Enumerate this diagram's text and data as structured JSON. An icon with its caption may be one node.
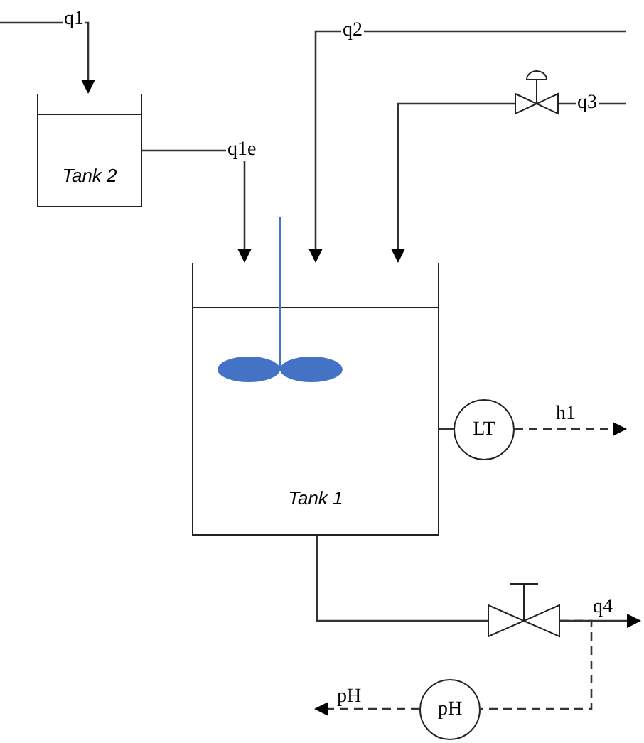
{
  "diagram": {
    "nodes": [
      {
        "text": [
          "Tank 2"
        ]
      },
      {
        "text": [
          "Tank 1"
        ]
      },
      {
        "text": [
          "LT"
        ]
      },
      {
        "text": [
          "pH"
        ]
      },
      {
        "text": [],
        "shape": "valve"
      },
      {
        "text": [],
        "shape": "valve"
      }
    ],
    "edges": [
      {
        "from": null,
        "to": 0,
        "arrow": "to",
        "label": "q1"
      },
      {
        "from": 0,
        "to": 1,
        "arrow": "to",
        "label": "q1e"
      },
      {
        "from": null,
        "to": 1,
        "arrow": "to",
        "label": "q2"
      },
      {
        "from": null,
        "to": 4,
        "arrow": "none",
        "label": "q3"
      },
      {
        "from": 4,
        "to": 1,
        "arrow": "to"
      },
      {
        "from": 1,
        "to": 2,
        "arrow": "none"
      },
      {
        "from": 2,
        "to": null,
        "arrow": "to",
        "label": "h1",
        "style": "dashed"
      },
      {
        "from": 1,
        "to": 5,
        "arrow": "none"
      },
      {
        "from": 5,
        "to": null,
        "arrow": "to",
        "label": "q4"
      },
      {
        "from": 5,
        "to": 3,
        "arrow": "none",
        "style": "dashed"
      },
      {
        "from": 3,
        "to": null,
        "arrow": "to",
        "label": "pH",
        "style": "dashed"
      }
    ]
  }
}
